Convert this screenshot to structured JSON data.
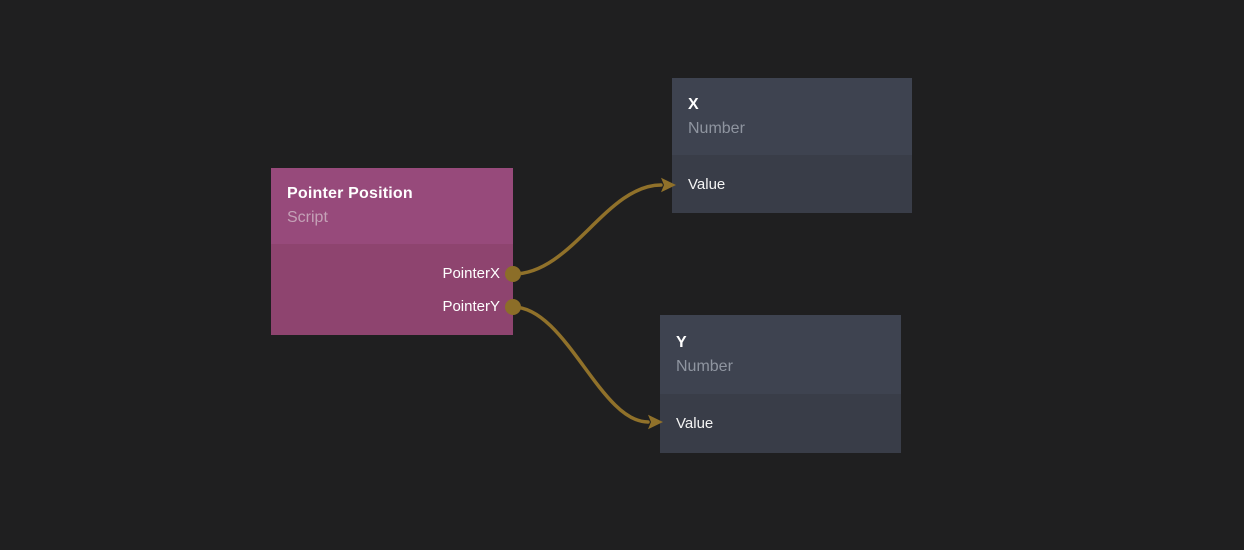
{
  "app": {
    "name": "visual-script-node-editor"
  },
  "colors": {
    "canvas_background": "#1f1f20",
    "script_node_header": "#974a7b",
    "script_node_body": "#8e446f",
    "number_node_header": "#3e4350",
    "number_node_body": "#393d48",
    "wire": "#90712a",
    "port": "#8c6e28",
    "title_text": "#ffffff",
    "script_subtitle_text": "#c4a1b7",
    "number_subtitle_text": "#8f95a0"
  },
  "nodes": [
    {
      "id": "pointer-position",
      "title": "Pointer Position",
      "subtitle": "Script",
      "outputs": [
        {
          "label": "PointerX"
        },
        {
          "label": "PointerY"
        }
      ]
    },
    {
      "id": "x",
      "title": "X",
      "subtitle": "Number",
      "inputs": [
        {
          "label": "Value"
        }
      ]
    },
    {
      "id": "y",
      "title": "Y",
      "subtitle": "Number",
      "inputs": [
        {
          "label": "Value"
        }
      ]
    }
  ],
  "connections": [
    {
      "from": "pointer-position.PointerX",
      "to": "x.Value"
    },
    {
      "from": "pointer-position.PointerY",
      "to": "y.Value"
    }
  ]
}
